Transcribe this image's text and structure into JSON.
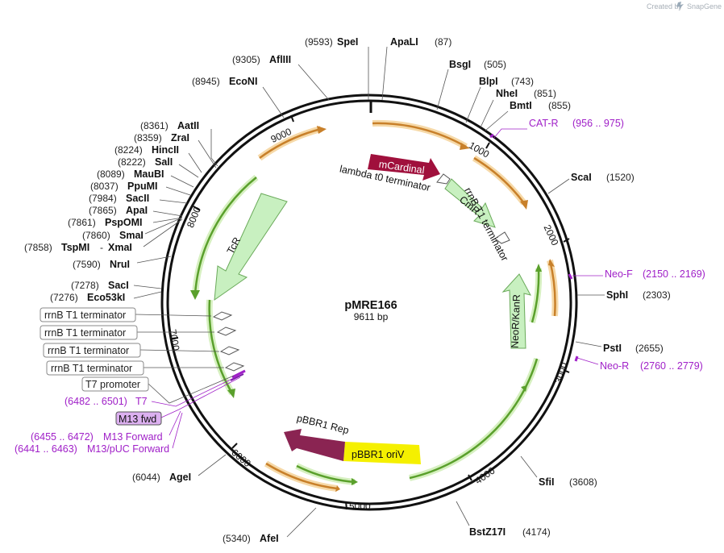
{
  "brand": {
    "created_by": "Created by",
    "app": "SnapGene"
  },
  "plasmid": {
    "name": "pMRE166",
    "length": "9611 bp"
  },
  "ticks": [
    "1000",
    "2000",
    "3000",
    "4000",
    "5000",
    "6000",
    "7000",
    "8000",
    "9000"
  ],
  "sites_top": [
    {
      "pos": "(9593)",
      "name": "SpeI"
    },
    {
      "name": "ApaLI",
      "pos": "(87)"
    },
    {
      "name": "BsgI",
      "pos": "(505)"
    },
    {
      "name": "BlpI",
      "pos": "(743)"
    },
    {
      "name": "NheI",
      "pos": "(851)"
    },
    {
      "name": "BmtI",
      "pos": "(855)"
    },
    {
      "pos": "(9305)",
      "name": "AflIII"
    },
    {
      "pos": "(8945)",
      "name": "EcoNI"
    }
  ],
  "sites_left": [
    {
      "pos": "(8361)",
      "name": "AatII"
    },
    {
      "pos": "(8359)",
      "name": "ZraI"
    },
    {
      "pos": "(8224)",
      "name": "HincII"
    },
    {
      "pos": "(8222)",
      "name": "SalI"
    },
    {
      "pos": "(8089)",
      "name": "MauBI"
    },
    {
      "pos": "(8037)",
      "name": "PpuMI"
    },
    {
      "pos": "(7984)",
      "name": "SacII"
    },
    {
      "pos": "(7865)",
      "name": "ApaI"
    },
    {
      "pos": "(7861)",
      "name": "PspOMI"
    },
    {
      "pos": "(7860)",
      "name": "SmaI"
    },
    {
      "pos": "(7858)",
      "name": "TspMI",
      "sep": "-",
      "name2": "XmaI"
    },
    {
      "pos": "(7590)",
      "name": "NruI"
    },
    {
      "pos": "(7278)",
      "name": "SacI"
    },
    {
      "pos": "(7276)",
      "name": "Eco53kI"
    },
    {
      "pos": "(6044)",
      "name": "AgeI"
    },
    {
      "pos": "(5340)",
      "name": "AfeI"
    }
  ],
  "sites_right": [
    {
      "name": "ScaI",
      "pos": "(1520)"
    },
    {
      "name": "SphI",
      "pos": "(2303)"
    },
    {
      "name": "PstI",
      "pos": "(2655)"
    },
    {
      "name": "SfiI",
      "pos": "(3608)"
    },
    {
      "name": "BstZ17I",
      "pos": "(4174)"
    }
  ],
  "primers": [
    {
      "name": "CAT-R",
      "range": "(956 .. 975)"
    },
    {
      "name": "Neo-F",
      "range": "(2150 .. 2169)"
    },
    {
      "name": "Neo-R",
      "range": "(2760 .. 2779)"
    },
    {
      "range": "(6482 .. 6501)",
      "name": "T7"
    },
    {
      "range": "(6455 .. 6472)",
      "name": "M13 Forward"
    },
    {
      "range": "(6441 .. 6463)",
      "name": "M13/pUC Forward"
    }
  ],
  "boxed": {
    "terminators": [
      "rrnB T1 terminator",
      "rrnB T1 terminator",
      "rrnB T1 terminator",
      "rrnB T1 terminator"
    ],
    "t7_promoter": "T7 promoter",
    "m13_fwd": "M13 fwd"
  },
  "features": {
    "mcardinal": "mCardinal",
    "lambda": "lambda t0 terminator",
    "cmr": "CmR",
    "rrnb": "rrnB T1 terminator",
    "neor": "NeoR/KanR",
    "tcr": "TcR",
    "rep": "pBBR1 Rep",
    "oriv": "pBBR1 oriV"
  },
  "colors": {
    "orf_orange": "#c8802a",
    "orf_halo": "#f6d9a8",
    "green": "#5aa02c",
    "green_halo": "#d6f0c0",
    "light_green_fill": "#c8f0c0",
    "mcardinal": "#a0103c",
    "rep": "#8a2452",
    "oriv": "#f5f000",
    "primer": "#a020c8",
    "m13_box": "#dcb0f0"
  }
}
